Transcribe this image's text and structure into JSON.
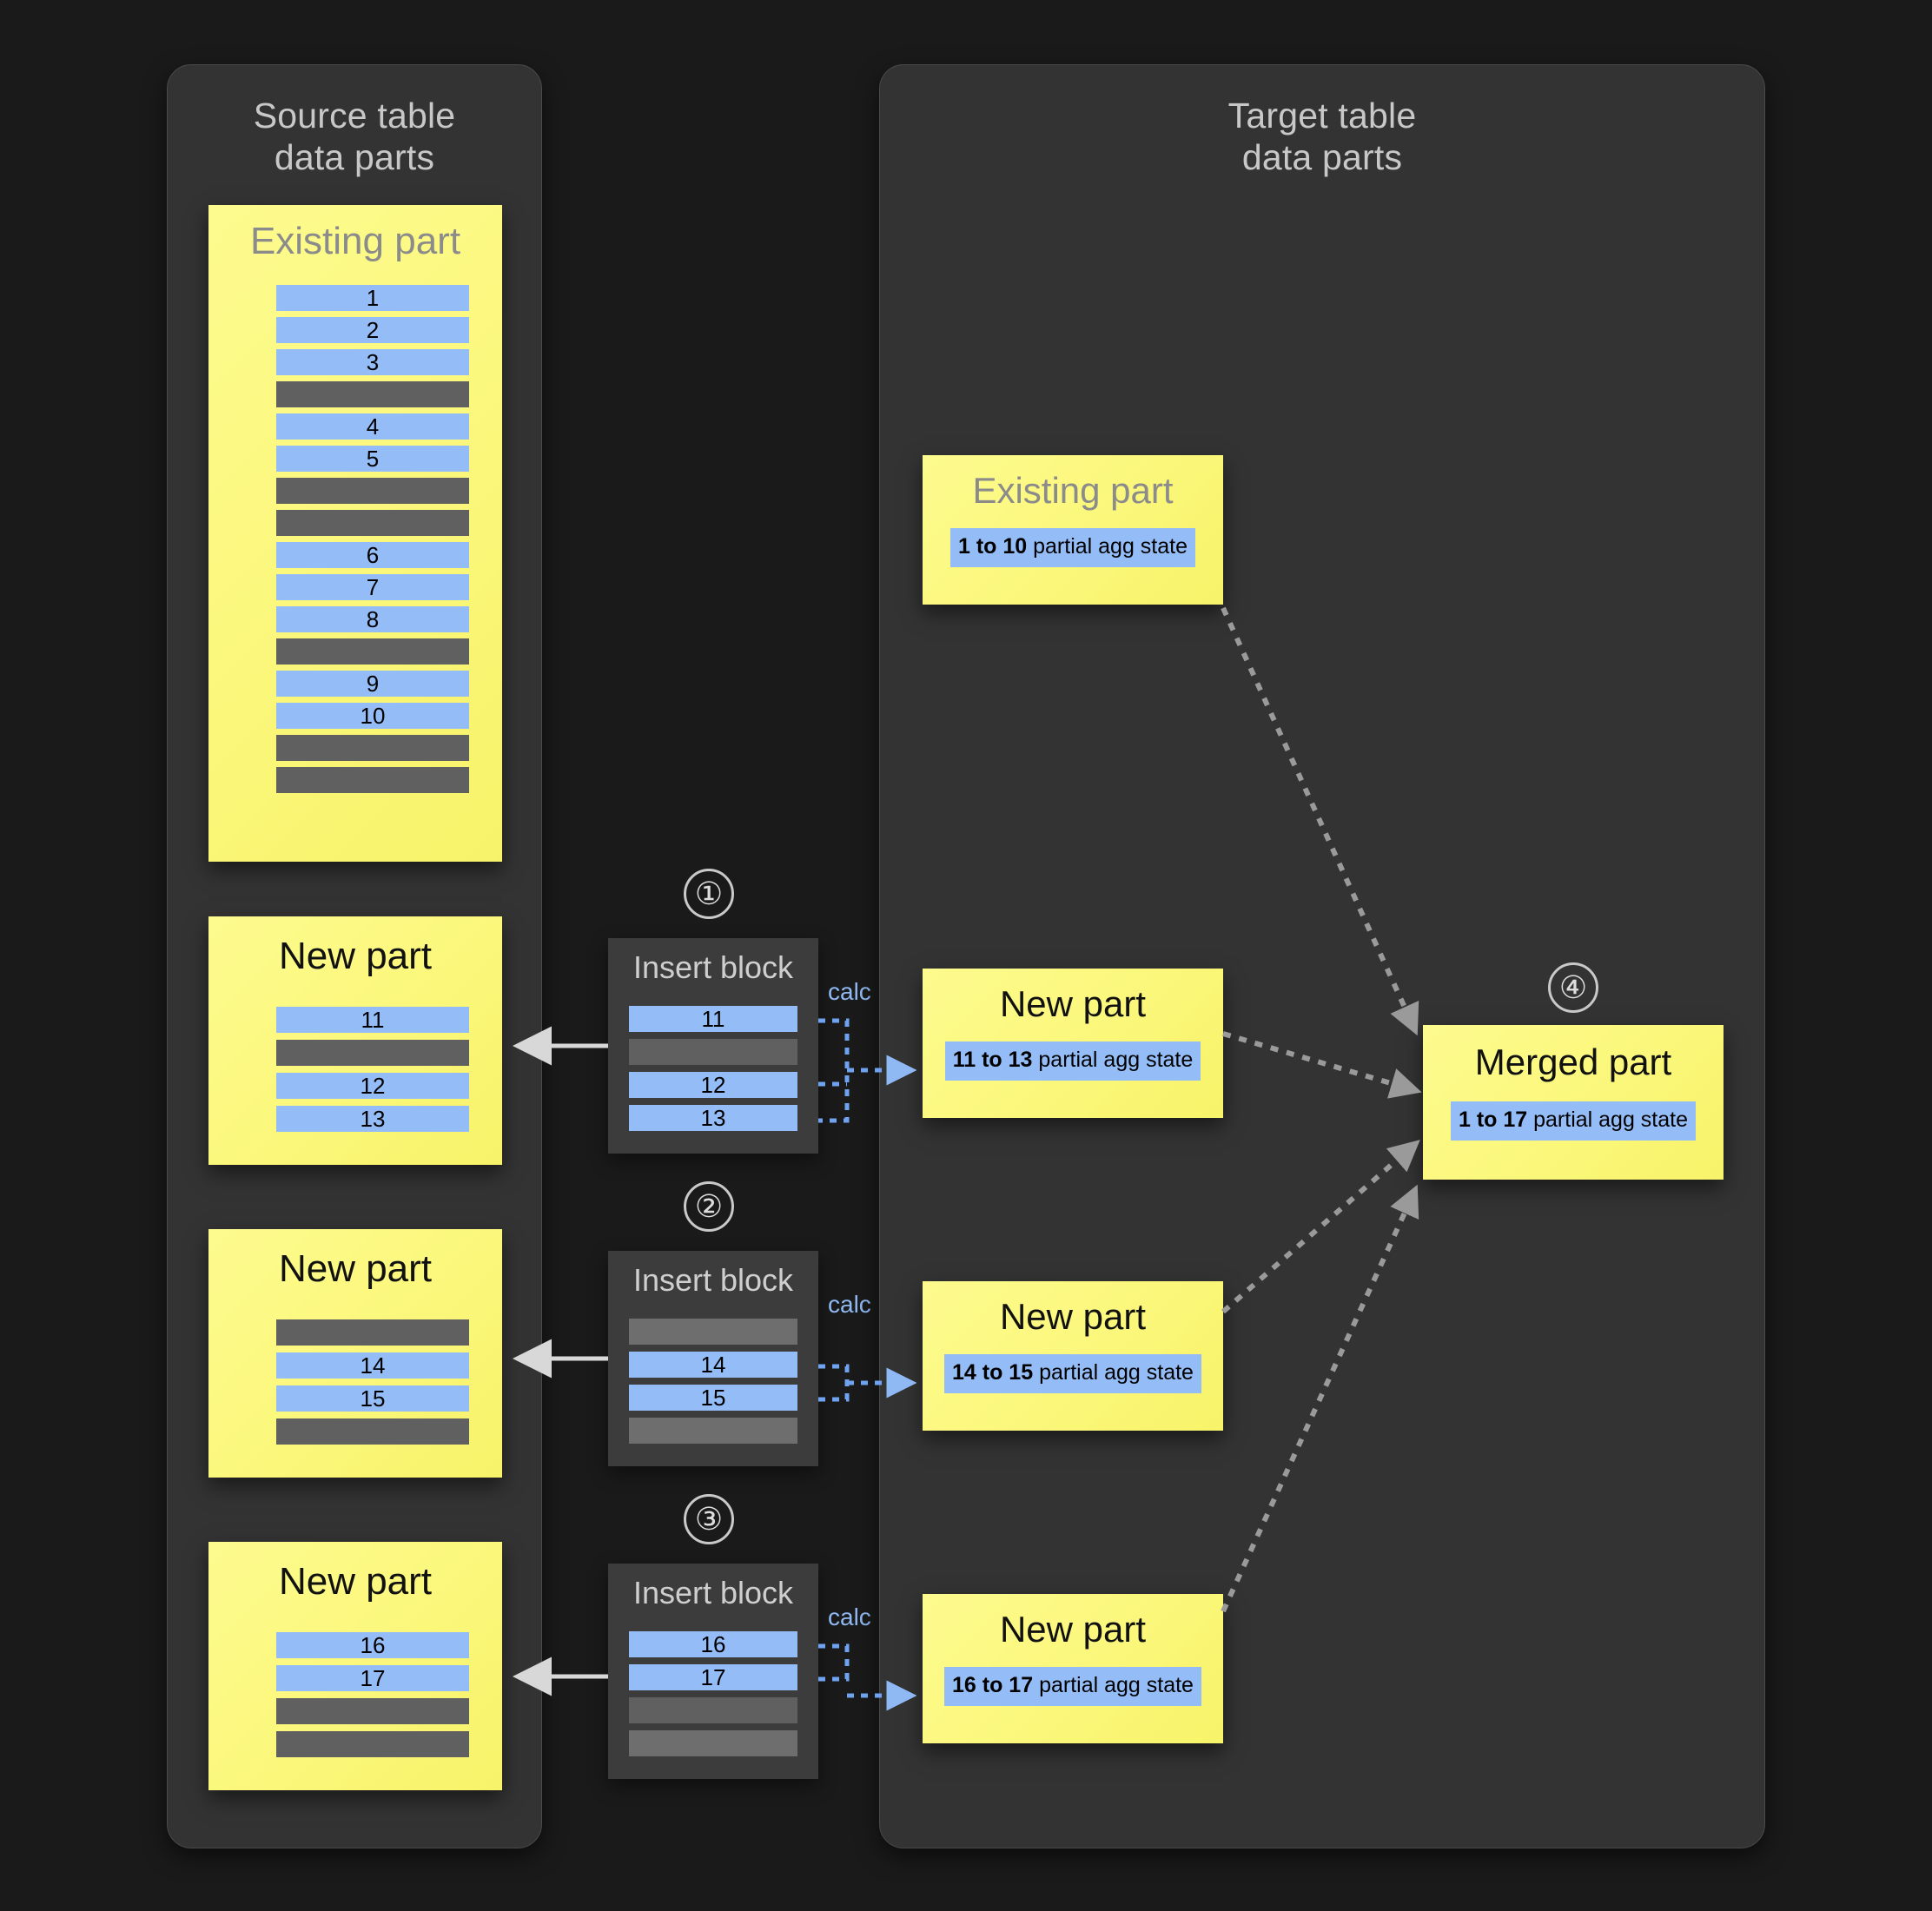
{
  "source_panel": {
    "title": "Source table\ndata parts",
    "parts": [
      {
        "name": "existing-part",
        "title": "Existing part",
        "title_muted": true,
        "rows": [
          {
            "type": "blue",
            "label": "1"
          },
          {
            "type": "blue",
            "label": "2"
          },
          {
            "type": "blue",
            "label": "3"
          },
          {
            "type": "gray",
            "label": ""
          },
          {
            "type": "blue",
            "label": "4"
          },
          {
            "type": "blue",
            "label": "5"
          },
          {
            "type": "gray",
            "label": ""
          },
          {
            "type": "gray",
            "label": ""
          },
          {
            "type": "blue",
            "label": "6"
          },
          {
            "type": "blue",
            "label": "7"
          },
          {
            "type": "blue",
            "label": "8"
          },
          {
            "type": "gray",
            "label": ""
          },
          {
            "type": "blue",
            "label": "9"
          },
          {
            "type": "blue",
            "label": "10"
          },
          {
            "type": "gray",
            "label": ""
          },
          {
            "type": "gray",
            "label": ""
          }
        ]
      },
      {
        "name": "new-part-1",
        "title": "New part",
        "title_muted": false,
        "rows": [
          {
            "type": "blue",
            "label": "11"
          },
          {
            "type": "gray",
            "label": ""
          },
          {
            "type": "blue",
            "label": "12"
          },
          {
            "type": "blue",
            "label": "13"
          }
        ]
      },
      {
        "name": "new-part-2",
        "title": "New part",
        "title_muted": false,
        "rows": [
          {
            "type": "gray",
            "label": ""
          },
          {
            "type": "blue",
            "label": "14"
          },
          {
            "type": "blue",
            "label": "15"
          },
          {
            "type": "gray",
            "label": ""
          }
        ]
      },
      {
        "name": "new-part-3",
        "title": "New part",
        "title_muted": false,
        "rows": [
          {
            "type": "blue",
            "label": "16"
          },
          {
            "type": "blue",
            "label": "17"
          },
          {
            "type": "gray",
            "label": ""
          },
          {
            "type": "gray",
            "label": ""
          }
        ]
      }
    ]
  },
  "insert_blocks": [
    {
      "step": "①",
      "title": "Insert block",
      "calc_label": "calc",
      "rows": [
        {
          "type": "blue",
          "label": "11"
        },
        {
          "type": "gray",
          "label": ""
        },
        {
          "type": "blue",
          "label": "12"
        },
        {
          "type": "blue",
          "label": "13"
        }
      ]
    },
    {
      "step": "②",
      "title": "Insert block",
      "calc_label": "calc",
      "rows": [
        {
          "type": "gray-light",
          "label": ""
        },
        {
          "type": "blue",
          "label": "14"
        },
        {
          "type": "blue",
          "label": "15"
        },
        {
          "type": "gray-light",
          "label": ""
        }
      ]
    },
    {
      "step": "③",
      "title": "Insert block",
      "calc_label": "calc",
      "rows": [
        {
          "type": "blue",
          "label": "16"
        },
        {
          "type": "blue",
          "label": "17"
        },
        {
          "type": "gray",
          "label": ""
        },
        {
          "type": "gray-light",
          "label": ""
        }
      ]
    }
  ],
  "target_panel": {
    "title": "Target table\ndata parts",
    "parts": [
      {
        "name": "target-existing-part",
        "title": "Existing part",
        "title_muted": true,
        "agg_range": "1 to 10",
        "agg_suffix": " partial agg state"
      },
      {
        "name": "target-new-part-1",
        "title": "New part",
        "title_muted": false,
        "agg_range": "11 to 13",
        "agg_suffix": " partial agg state"
      },
      {
        "name": "target-new-part-2",
        "title": "New part",
        "title_muted": false,
        "agg_range": "14 to 15",
        "agg_suffix": " partial agg state"
      },
      {
        "name": "target-new-part-3",
        "title": "New part",
        "title_muted": false,
        "agg_range": "16 to 17",
        "agg_suffix": " partial agg state"
      }
    ],
    "merged": {
      "step": "④",
      "title": "Merged part",
      "agg_range": "1 to 17",
      "agg_suffix": " partial agg state"
    }
  },
  "colors": {
    "background": "#1a1a1a",
    "panel": "#333333",
    "part_yellow": "#faf87e",
    "row_blue": "#94bdf7",
    "row_gray": "#606060",
    "calc_blue": "#8fb9f2",
    "arrow_gray": "#9a9a9a",
    "text_muted": "#8b8b8b"
  }
}
